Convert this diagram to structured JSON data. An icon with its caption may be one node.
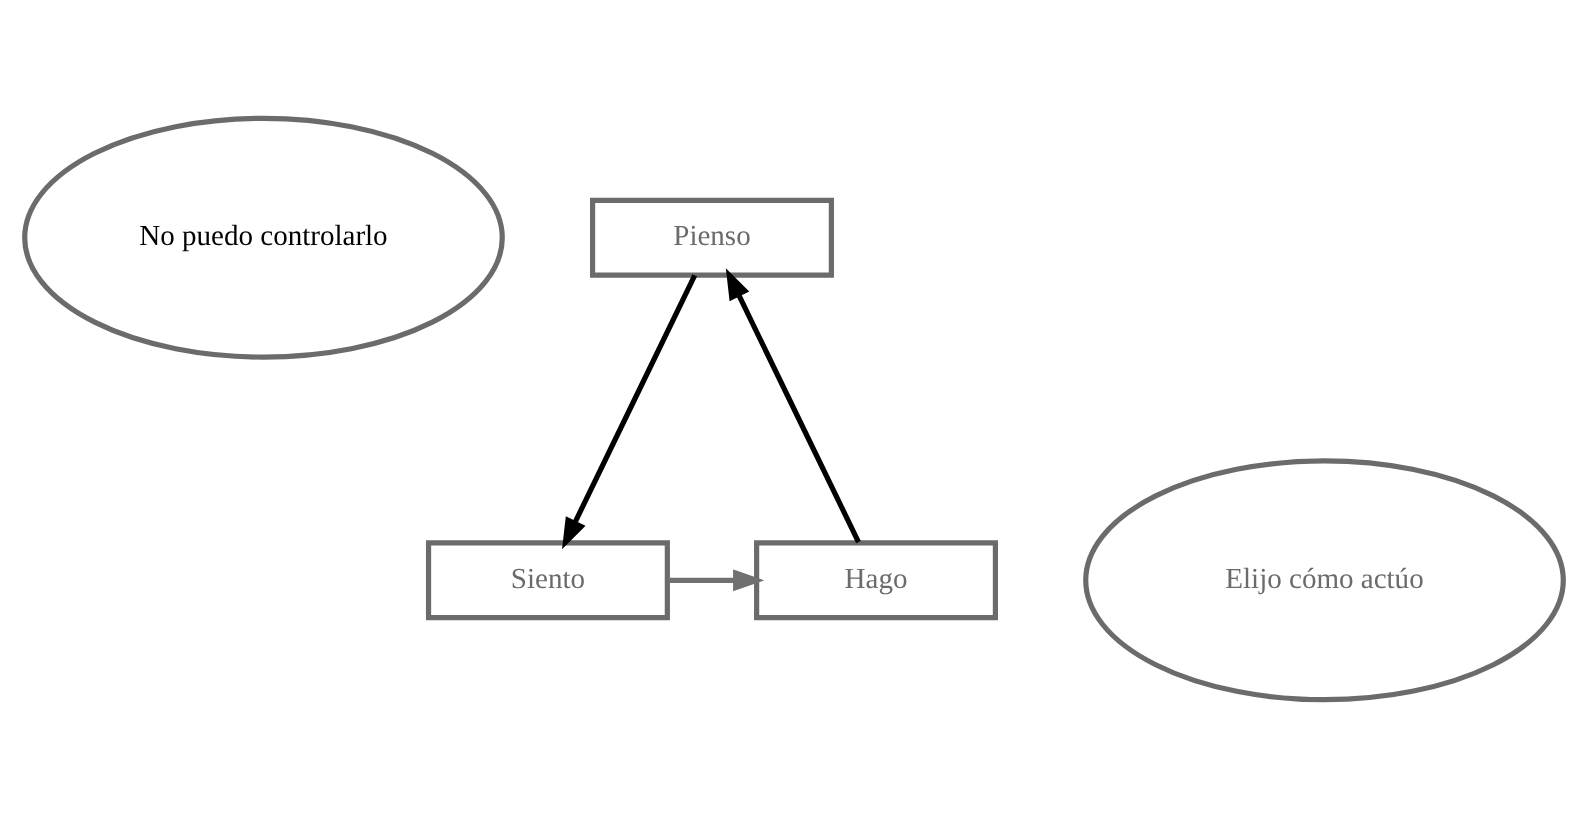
{
  "diagram": {
    "nodes": [
      {
        "text": [
          "No puedo controlarlo"
        ]
      },
      {
        "text": [
          "Pienso"
        ]
      },
      {
        "text": [
          "Siento"
        ]
      },
      {
        "text": [
          "Hago"
        ]
      },
      {
        "text": [
          "Elijo cómo actúo"
        ]
      }
    ],
    "edges": [
      {
        "from": 3,
        "to": 1,
        "arrow": "to"
      },
      {
        "from": 1,
        "to": 2,
        "arrow": "to"
      },
      {
        "from": 2,
        "to": 3,
        "arrow": "to",
        "color": "#707070"
      }
    ]
  }
}
